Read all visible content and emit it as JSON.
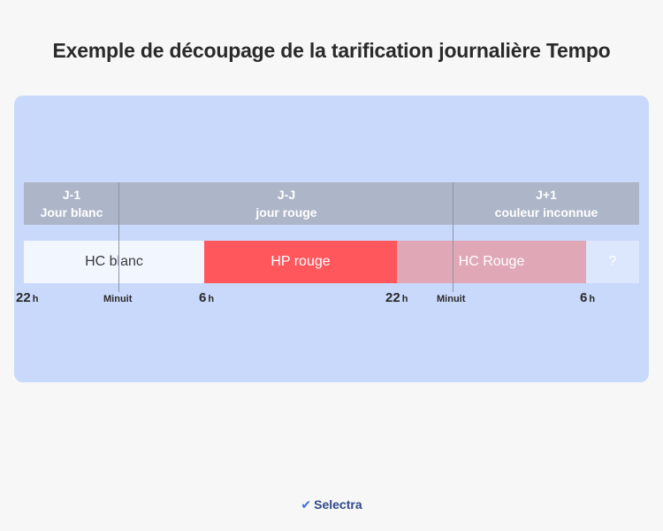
{
  "title": "Exemple de découpage de la tarification journalière Tempo",
  "days": [
    {
      "line1": "J-1",
      "line2": "Jour blanc"
    },
    {
      "line1": "J-J",
      "line2": "jour rouge"
    },
    {
      "line1": "J+1",
      "line2": "couleur inconnue"
    }
  ],
  "segments": [
    {
      "label": "HC blanc",
      "color": "#f2f6ff"
    },
    {
      "label": "HP rouge",
      "color": "#ff575c"
    },
    {
      "label": "HC Rouge",
      "color": "#e0a8b6"
    },
    {
      "label": "?",
      "color": "#dce6fc"
    }
  ],
  "ticks": {
    "t22a": {
      "num": "22",
      "unit": "h"
    },
    "minuit1": "Minuit",
    "t6a": {
      "num": "6",
      "unit": "h"
    },
    "t22b": {
      "num": "22",
      "unit": "h"
    },
    "minuit2": "Minuit",
    "t6b": {
      "num": "6",
      "unit": "h"
    }
  },
  "brand": {
    "name": "Selectra",
    "icon": "check-logo-icon"
  },
  "colors": {
    "panel": "#c9d9fb",
    "header": "#adb5c8",
    "accent": "#ff575c"
  }
}
